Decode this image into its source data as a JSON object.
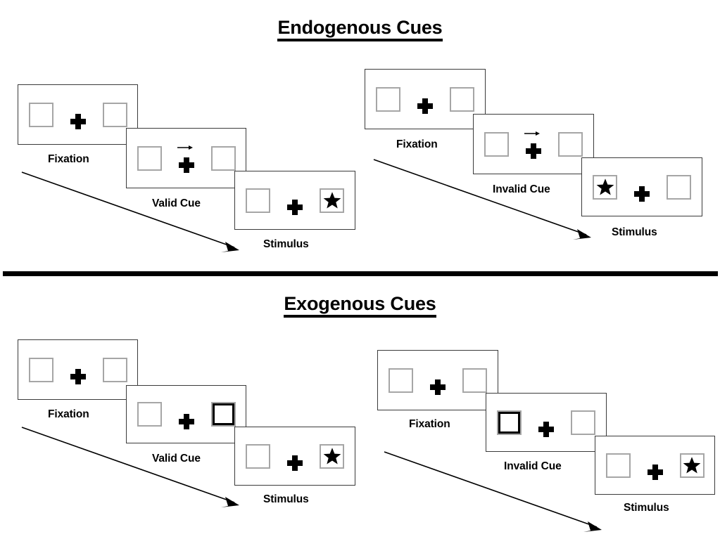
{
  "figure": {
    "title_top": "Endogenous Cues",
    "title_bottom": "Exogenous Cues"
  },
  "sections": [
    {
      "id": "endogenous",
      "title": "Endogenous Cues",
      "conditions": [
        {
          "id": "endogenous-valid",
          "frames": [
            {
              "caption": "Fixation",
              "left_box": "empty",
              "right_box": "empty",
              "arrow": "none"
            },
            {
              "caption": "Valid Cue",
              "left_box": "empty",
              "right_box": "empty",
              "arrow": "right"
            },
            {
              "caption": "Stimulus",
              "left_box": "empty",
              "right_box": "star",
              "arrow": "none"
            }
          ]
        },
        {
          "id": "endogenous-invalid",
          "frames": [
            {
              "caption": "Fixation",
              "left_box": "empty",
              "right_box": "empty",
              "arrow": "none"
            },
            {
              "caption": "Invalid Cue",
              "left_box": "empty",
              "right_box": "empty",
              "arrow": "right"
            },
            {
              "caption": "Stimulus",
              "left_box": "star",
              "right_box": "empty",
              "arrow": "none"
            }
          ]
        }
      ]
    },
    {
      "id": "exogenous",
      "title": "Exogenous Cues",
      "conditions": [
        {
          "id": "exogenous-valid",
          "frames": [
            {
              "caption": "Fixation",
              "left_box": "empty",
              "right_box": "empty",
              "arrow": "none"
            },
            {
              "caption": "Valid Cue",
              "left_box": "empty",
              "right_box": "cued",
              "arrow": "none"
            },
            {
              "caption": "Stimulus",
              "left_box": "empty",
              "right_box": "star",
              "arrow": "none"
            }
          ]
        },
        {
          "id": "exogenous-invalid",
          "frames": [
            {
              "caption": "Fixation",
              "left_box": "empty",
              "right_box": "empty",
              "arrow": "none"
            },
            {
              "caption": "Invalid Cue",
              "left_box": "cued",
              "right_box": "empty",
              "arrow": "none"
            },
            {
              "caption": "Stimulus",
              "left_box": "empty",
              "right_box": "star",
              "arrow": "none"
            }
          ]
        }
      ]
    }
  ],
  "labels": {
    "fixation": "Fixation",
    "valid_cue": "Valid Cue",
    "invalid_cue": "Invalid Cue",
    "stimulus": "Stimulus"
  },
  "icons": {
    "fixation_cross": "plus-icon",
    "cue_arrow": "arrow-right-icon",
    "target": "star-icon",
    "timeline": "timeline-arrow-icon"
  },
  "colors": {
    "background": "#ffffff",
    "ink": "#000000",
    "panel_border": "#3a3a3a",
    "box_border": "#a6a6a6",
    "cue_border": "#000000"
  }
}
